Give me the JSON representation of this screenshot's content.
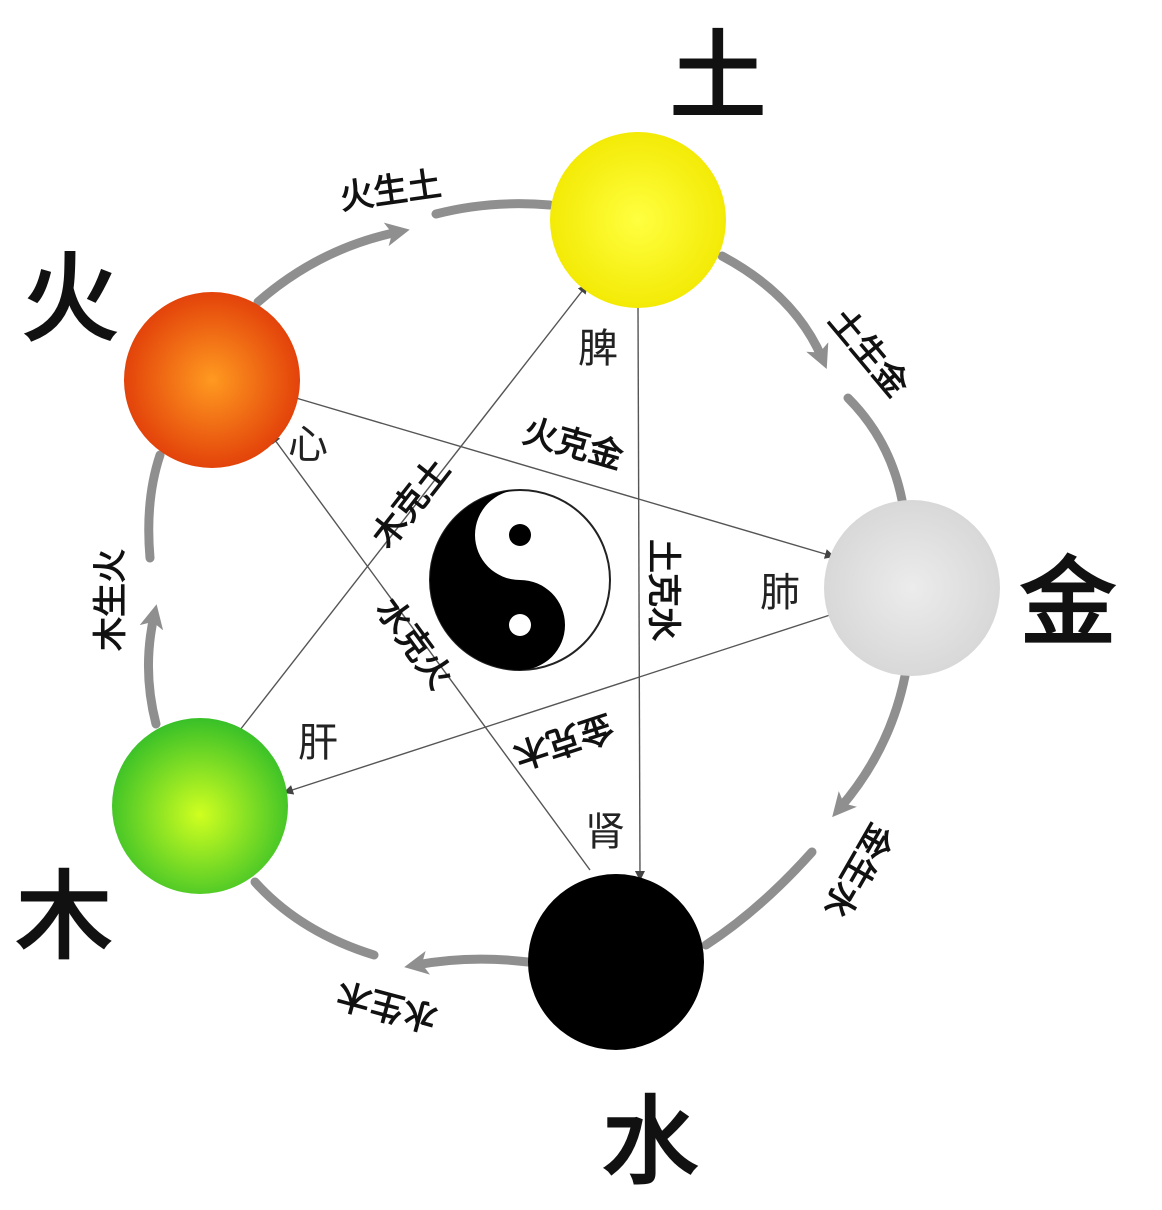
{
  "elements": {
    "earth": {
      "label": "土",
      "organ": "脾",
      "color": "#ffff22"
    },
    "fire": {
      "label": "火",
      "organ": "心",
      "color": "#f05a10"
    },
    "metal": {
      "label": "金",
      "organ": "肺",
      "color": "#e0e0e0"
    },
    "wood": {
      "label": "木",
      "organ": "肝",
      "color": "#7ee022"
    },
    "water": {
      "label": "水",
      "organ": "肾",
      "color": "#000000"
    }
  },
  "generating": {
    "fire_earth": "火生土",
    "earth_metal": "土生金",
    "metal_water": "金生水",
    "water_wood": "水生木",
    "wood_fire": "木生火"
  },
  "controlling": {
    "fire_metal": "火克金",
    "metal_wood": "金克木",
    "wood_earth": "木克土",
    "earth_water": "土克水",
    "water_fire": "水克火"
  },
  "center_icon": "yin-yang-icon"
}
